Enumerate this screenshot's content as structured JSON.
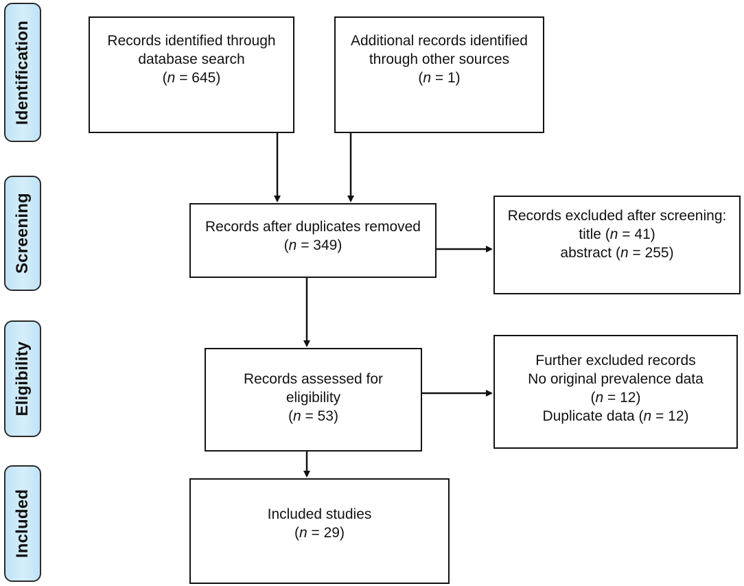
{
  "stages": [
    {
      "label": "Identification"
    },
    {
      "label": "Screening"
    },
    {
      "label": "Eligibility"
    },
    {
      "label": "Included"
    }
  ],
  "boxes": {
    "database": {
      "line1": "Records identified through",
      "line2": "database search",
      "n_pre": "(",
      "n_var": "n",
      "n_post": " = 645)"
    },
    "other_sources": {
      "line1": "Additional records identified",
      "line2": "through other sources",
      "n_pre": "(",
      "n_var": "n",
      "n_post": " = 1)"
    },
    "duplicates_removed": {
      "line1": "Records after duplicates removed",
      "n_pre": "(",
      "n_var": "n",
      "n_post": " = 349)"
    },
    "excluded_screening": {
      "line1": "Records excluded after screening:",
      "title_pre": "title (",
      "title_var": "n",
      "title_post": " = 41)",
      "abstract_pre": "abstract (",
      "abstract_var": "n",
      "abstract_post": " = 255)"
    },
    "assessed": {
      "line1": "Records assessed for",
      "line2": "eligibility",
      "n_pre": "(",
      "n_var": "n",
      "n_post": " = 53)"
    },
    "further_excluded": {
      "line1": "Further excluded records",
      "line2": "No original prevalence data",
      "n_pre": "(",
      "n_var": "n",
      "n_post": " = 12)",
      "dup_pre": "Duplicate data (",
      "dup_var": "n",
      "dup_post": " = 12)"
    },
    "included": {
      "line1": "Included studies",
      "n_pre": "(",
      "n_var": "n",
      "n_post": " = 29)"
    }
  }
}
